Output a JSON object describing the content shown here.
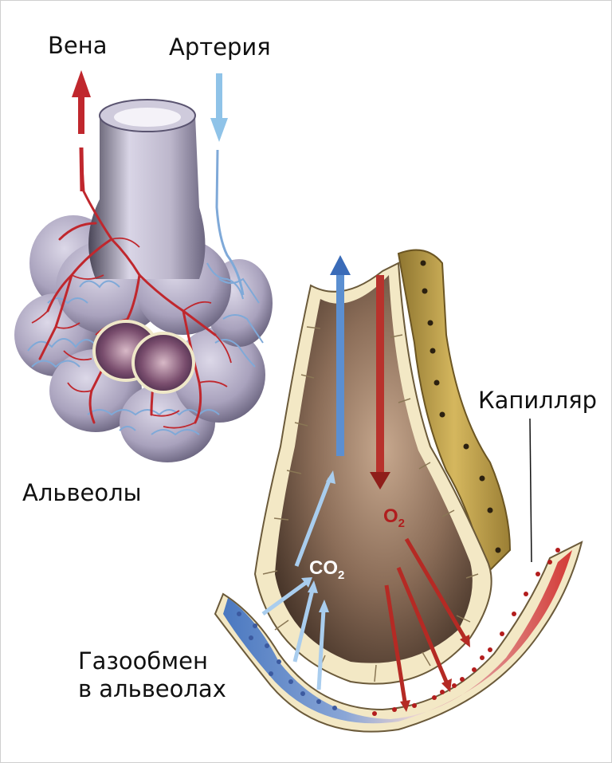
{
  "labels": {
    "vein": "Вена",
    "artery": "Артерия",
    "alveoli": "Альвеолы",
    "capillary": "Капилляр",
    "gas_exchange_line1": "Газообмен",
    "gas_exchange_line2": "в альвеолах"
  },
  "gases": {
    "oxygen_symbol": "O",
    "oxygen_subscript": "2",
    "carbon_dioxide_symbol": "CO",
    "carbon_dioxide_subscript": "2"
  },
  "colors": {
    "vein_red": "#c0272d",
    "artery_blue": "#8fc3e8",
    "capillary_blue": "#4f7fbf",
    "alveolus_tissue": "#b9b3c8",
    "alveolus_wall": "#f3e8c5",
    "alveolus_lumen": "#6b5341",
    "epithelium_gold": "#c8a64a"
  }
}
